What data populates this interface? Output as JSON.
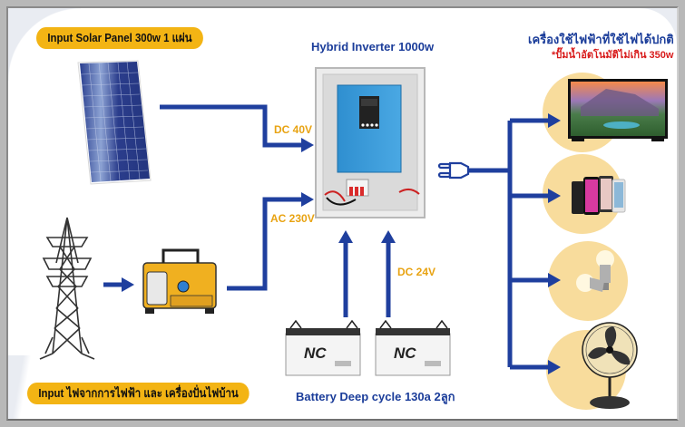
{
  "labels": {
    "solar_input": "Input Solar Panel 300w 1 แผ่น",
    "grid_input": "Input ไฟจากการไฟฟ้า และ เครื่องปั่นไฟบ้าน",
    "inverter_title": "Hybrid Inverter 1000w",
    "appliances_title": "เครื่องใช้ไฟฟ้าที่ใช้ไฟได้ปกติ",
    "appliances_note": "*ปั๊มน้ำอัตโนมัติไม่เกิน 350w",
    "battery_title": "Battery Deep cycle 130a 2ลูก",
    "dc_solar": "DC 40V",
    "ac_grid": "AC 230V",
    "dc_battery": "DC 24V"
  },
  "components": {
    "solar_panel": "solar-panel",
    "power_tower": "transmission-tower",
    "generator": "portable-generator",
    "inverter": "hybrid-inverter-cabinet",
    "batteries": [
      "battery-1",
      "battery-2"
    ],
    "plug": "power-plug",
    "appliances": [
      "television",
      "smartphones",
      "light-bulbs",
      "standing-fan"
    ]
  },
  "battery_brand": "NC",
  "colors": {
    "line": "#1f3f9e",
    "pill": "#f3b414",
    "title": "#1b3d9a",
    "voltage": "#e8a312",
    "note": "#d81b1b",
    "appliance_circle": "#f8dc9c"
  }
}
